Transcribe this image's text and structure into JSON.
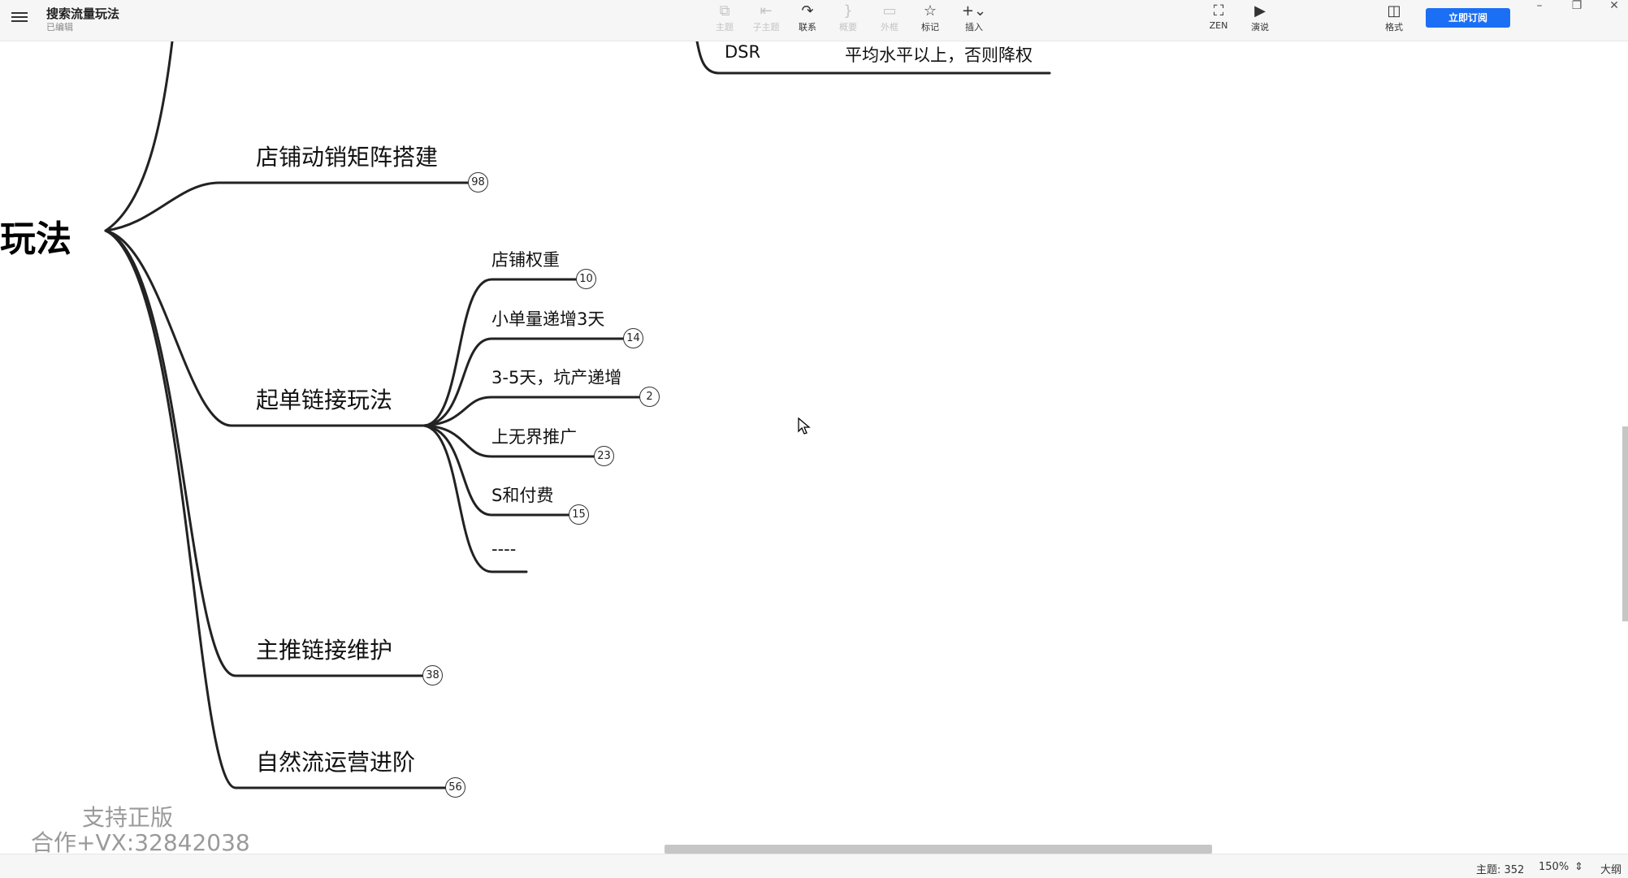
{
  "header": {
    "doc_title": "搜索流量玩法",
    "doc_status": "已编辑",
    "tools": [
      {
        "icon": "topic-icon",
        "label": "主题",
        "enabled": false
      },
      {
        "icon": "subtopic-icon",
        "label": "子主题",
        "enabled": false
      },
      {
        "icon": "relationship-icon",
        "label": "联系",
        "enabled": true
      },
      {
        "icon": "summary-icon",
        "label": "概要",
        "enabled": false
      },
      {
        "icon": "boundary-icon",
        "label": "外框",
        "enabled": false
      },
      {
        "icon": "star-icon",
        "label": "标记",
        "enabled": true
      },
      {
        "icon": "plus-icon",
        "label": "插入",
        "enabled": true
      }
    ],
    "zen_label": "ZEN",
    "present_label": "演说",
    "format_label": "格式",
    "subscribe_label": "立即订阅"
  },
  "mindmap": {
    "root_label": "玩法",
    "dsr_row": {
      "label": "DSR",
      "value": "平均水平以上，否则降权"
    },
    "branches": [
      {
        "label": "店铺动销矩阵搭建",
        "count": "98"
      },
      {
        "label": "起单链接玩法",
        "count": ""
      },
      {
        "label": "主推链接维护",
        "count": "38"
      },
      {
        "label": "自然流运营进阶",
        "count": "56"
      }
    ],
    "sub_branches": [
      {
        "label": "店铺权重",
        "count": "10"
      },
      {
        "label": "小单量递增3天",
        "count": "14"
      },
      {
        "label": "3-5天，坑产递增",
        "count": "2"
      },
      {
        "label": "上无界推广",
        "count": "23"
      },
      {
        "label": "S和付费",
        "count": "15"
      },
      {
        "label": "----",
        "count": ""
      }
    ]
  },
  "watermark": {
    "line1": "支持正版",
    "line2": "合作+VX:32842038"
  },
  "status": {
    "topic_count": "主题: 352",
    "zoom": "150%",
    "outline_label": "大纲"
  },
  "colors": {
    "accent": "#1b6ff5",
    "line": "#222222"
  }
}
